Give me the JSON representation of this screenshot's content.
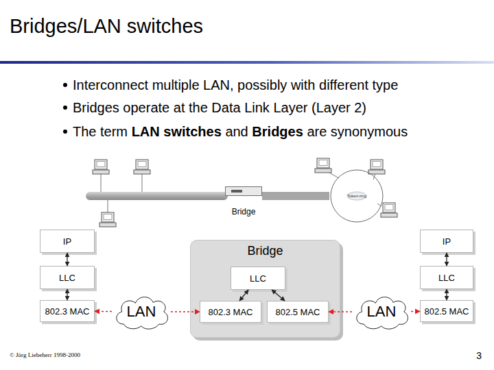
{
  "diagram": {
    "title": "Bridges/LAN switches",
    "nodes": [
      {
        "text": [
          "Bridge"
        ]
      },
      {
        "text": [
          "Token-ring"
        ]
      },
      {
        "text": [
          "IP"
        ]
      },
      {
        "text": [
          "LLC"
        ]
      },
      {
        "text": [
          "802.3 MAC"
        ]
      },
      {
        "text": [
          "LAN"
        ]
      },
      {
        "text": [
          "Bridge"
        ]
      },
      {
        "text": [
          "LLC"
        ],
        "in": 6
      },
      {
        "text": [
          "802.3 MAC"
        ],
        "in": 6
      },
      {
        "text": [
          "802.5 MAC"
        ],
        "in": 6
      },
      {
        "text": [
          "LAN"
        ]
      },
      {
        "text": [
          "IP"
        ]
      },
      {
        "text": [
          "LLC"
        ]
      },
      {
        "text": [
          "802.5 MAC"
        ]
      }
    ],
    "edges": [
      {
        "from": 0,
        "to": 1,
        "arrow": "none"
      },
      {
        "from": 2,
        "to": 3,
        "arrow": "both"
      },
      {
        "from": 3,
        "to": 4,
        "arrow": "both"
      },
      {
        "from": 5,
        "to": 4,
        "arrow": "to"
      },
      {
        "from": 5,
        "to": 8,
        "arrow": "to"
      },
      {
        "from": 7,
        "to": 8,
        "arrow": "both"
      },
      {
        "from": 7,
        "to": 9,
        "arrow": "both"
      },
      {
        "from": 10,
        "to": 9,
        "arrow": "to"
      },
      {
        "from": 10,
        "to": 13,
        "arrow": "to"
      },
      {
        "from": 11,
        "to": 12,
        "arrow": "both"
      },
      {
        "from": 12,
        "to": 13,
        "arrow": "both"
      }
    ],
    "labels": [
      "Interconnect multiple LAN, possibly with different type",
      "Bridges operate at the Data Link Layer (Layer 2)",
      "The term",
      "LAN switches",
      "and",
      "Bridges",
      "are synonymous",
      "© Jörg Liebeherr 1998-2000",
      "3"
    ]
  }
}
